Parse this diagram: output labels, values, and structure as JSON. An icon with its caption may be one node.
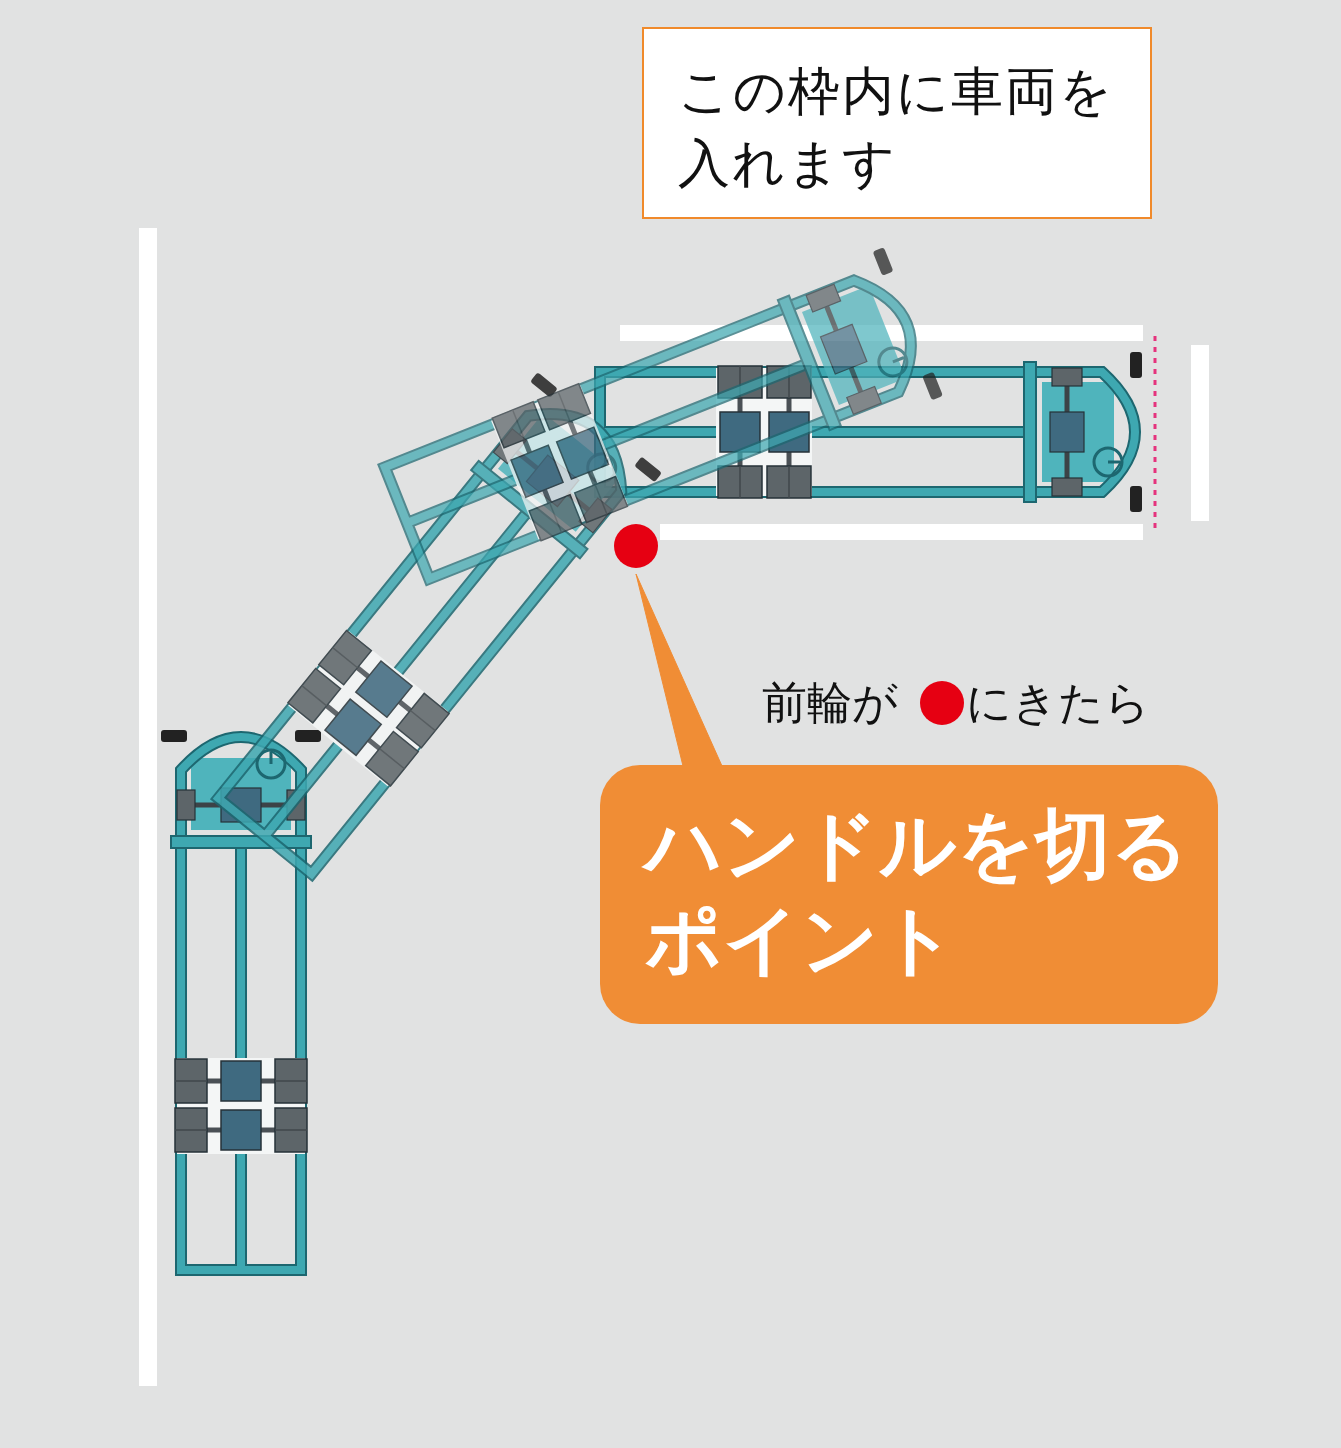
{
  "diagram": {
    "nodes": [
      {
        "text": [
          "この枠内に車両を入れます"
        ]
      },
      {
        "text": [],
        "shape": "circle"
      },
      {
        "text": [
          "ハンドルを切るポイント"
        ],
        "beside": [
          "前輪が",
          "にきたら"
        ]
      }
    ],
    "edges": [
      {
        "from": 2,
        "to": 1,
        "arrow": "none"
      }
    ]
  }
}
